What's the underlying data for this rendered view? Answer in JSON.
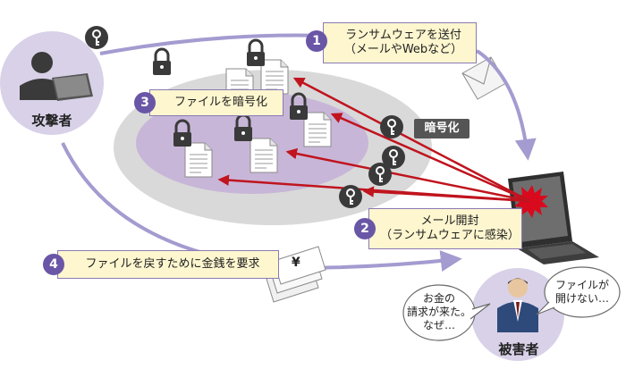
{
  "steps": [
    {
      "number": "1",
      "line1": "ランサムウェアを送付",
      "line2": "（メールやWebなど）"
    },
    {
      "number": "2",
      "line1": "メール開封",
      "line2": "（ランサムウェアに感染）"
    },
    {
      "number": "3",
      "line1": "ファイルを暗号化"
    },
    {
      "number": "4",
      "line1": "ファイルを戻すために金銭を要求"
    }
  ],
  "actors": {
    "attacker": "攻撃者",
    "victim": "被害者"
  },
  "encrypt_tag": "暗号化",
  "bubbles": {
    "victim_question": [
      "お金の",
      "請求が来た。",
      "なぜ…"
    ],
    "victim_worry": [
      "ファイルが",
      "開けない…"
    ]
  },
  "money_symbol": "¥",
  "colors": {
    "step_fill": "#fdf6cf",
    "step_border": "#8a7ab4",
    "number_badge": "#6a56a6",
    "flow_arrow": "#a49bd0",
    "encrypt_arrow": "#c0141e",
    "area_outer": "#d9d9d9",
    "area_inner": "#c8b6d8"
  }
}
